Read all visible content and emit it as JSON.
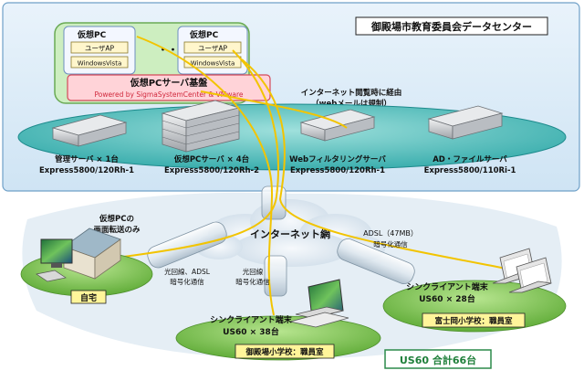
{
  "datacenter": {
    "title": "御殿場市教育委員会データセンター",
    "vm1": {
      "title": "仮想PC",
      "app": "ユーザAP",
      "os": "WindowsVista"
    },
    "vm2": {
      "title": "仮想PC",
      "app": "ユーザAP",
      "os": "WindowsVista"
    },
    "ellipsis": "・・・",
    "platform_title": "仮想PCサーバ基盤",
    "platform_sub": "Powered by SigmaSystemCenter & VMware",
    "via_line1": "インターネット閲覧時に経由",
    "via_line2": "（webメールは規制）"
  },
  "servers": [
    {
      "name": "管理サーバ × 1台",
      "model": "Express5800/120Rh-1"
    },
    {
      "name": "仮想PCサーバ × 4台",
      "model": "Express5800/120Rh-2"
    },
    {
      "name": "Webフィルタリングサーバ",
      "model": "Express5800/120Rh-1"
    },
    {
      "name": "AD・ファイルサーバ",
      "model": "Express5800/110Ri-1"
    }
  ],
  "network": {
    "internet": "インターネット網",
    "screen_only_1": "仮想PCの",
    "screen_only_2": "画面転送のみ",
    "home_link_1": "光回線、ADSL",
    "home_link_2": "暗号化通信",
    "fiber_1": "光回線",
    "fiber_2": "暗号化通信",
    "adsl_1": "ADSL（47MB）",
    "adsl_2": "暗号化通信"
  },
  "sites": {
    "home": "自宅",
    "gotemba_client_1": "シンクライアント端末",
    "gotemba_client_2": "US60 × 38台",
    "gotemba_label": "御殿場小学校：職員室",
    "fuji_client_1": "シンクライアント端末",
    "fuji_client_2": "US60 × 28台",
    "fuji_label": "富士岡小学校：職員室"
  },
  "total": "US60 合計66台"
}
